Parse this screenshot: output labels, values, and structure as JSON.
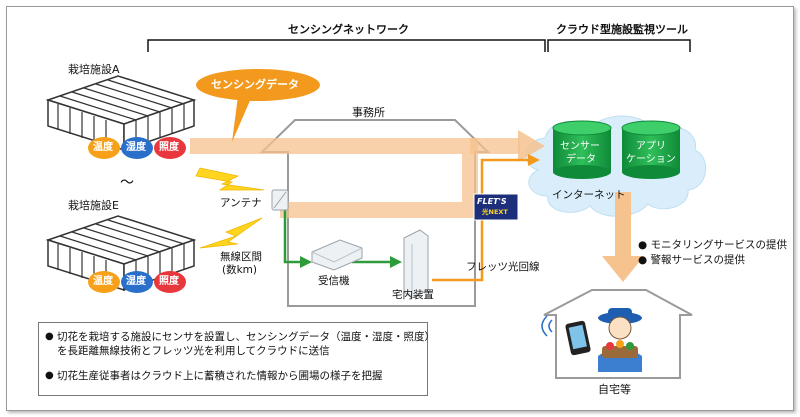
{
  "headers": {
    "sensing_network": "センシングネットワーク",
    "cloud_tool": "クラウド型施設監視ツール"
  },
  "facilities": {
    "facility_a": "栽培施設A",
    "facility_e": "栽培施設E",
    "ellipsis": "〜"
  },
  "sensor_badges": {
    "temperature": "温度",
    "humidity": "湿度",
    "illuminance": "照度"
  },
  "callout": "センシングデータ",
  "office": {
    "label": "事務所",
    "antenna": "アンテナ",
    "receiver": "受信機",
    "home_device": "宅内装置"
  },
  "wireless": {
    "line1": "無線区間",
    "line2": "(数km)"
  },
  "flets": {
    "logo_main": "FLET'S",
    "logo_sub": "光NEXT",
    "line_label": "フレッツ光回線"
  },
  "cloud": {
    "db1_line1": "センサー",
    "db1_line2": "データ",
    "db2_line1": "アプリ",
    "db2_line2": "ケーション",
    "internet": "インターネット"
  },
  "services": [
    "モニタリングサービスの提供",
    "警報サービスの提供"
  ],
  "home": {
    "label": "自宅等"
  },
  "notes": [
    "切花を栽培する施設にセンサを設置し、センシングデータ（温度・湿度・照度）",
    "を長距離無線技術とフレッツ光を利用してクラウドに送信",
    "切花生産従事者はクラウド上に蓄積された情報から圃場の様子を把握"
  ],
  "colors": {
    "orange_flow": "#f6c28e",
    "orange_callout": "#f39a1e",
    "green_db": "#1ea64b",
    "temp_badge": "#f7a11a",
    "humid_badge": "#2a6fc9",
    "illum_badge": "#e8383d",
    "wireless_bolt": "#ffd51f",
    "green_arrow": "#2e9b3a",
    "cloud_fill": "#d9eefa"
  }
}
